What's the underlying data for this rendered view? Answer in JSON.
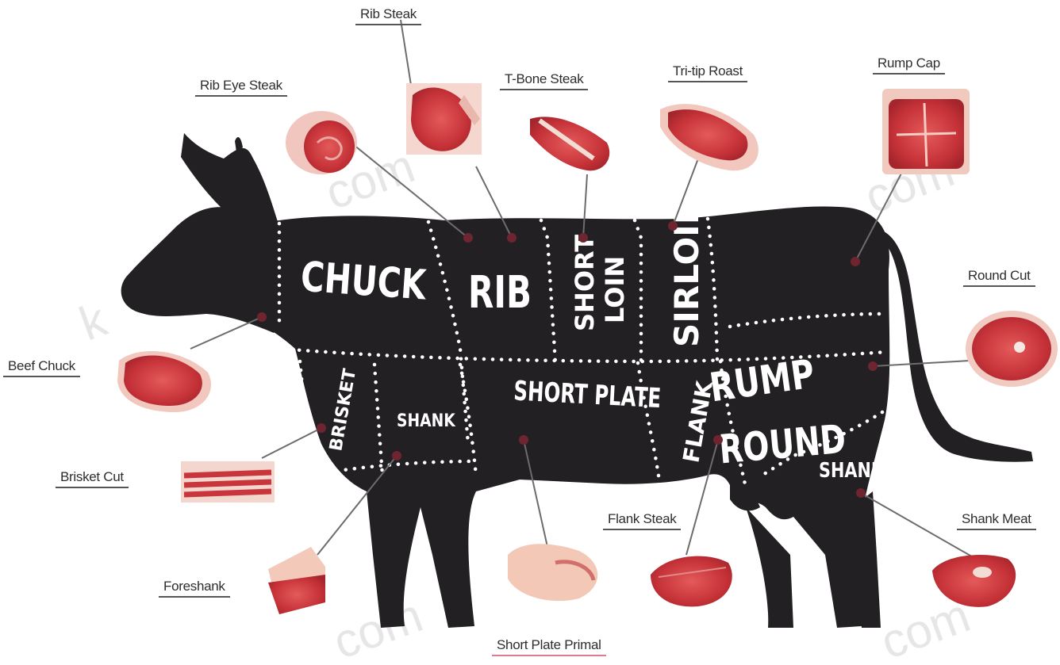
{
  "title": "",
  "sections": [
    {
      "id": "chuck",
      "label": "CHUCK"
    },
    {
      "id": "rib",
      "label": "RIB"
    },
    {
      "id": "short-loin",
      "label_line1": "SHORT",
      "label_line2": "LOIN"
    },
    {
      "id": "sirloin",
      "label": "SIRLOIN"
    },
    {
      "id": "rump",
      "label": "RUMP"
    },
    {
      "id": "round",
      "label": "ROUND"
    },
    {
      "id": "brisket",
      "label": "BRISKET"
    },
    {
      "id": "shank-front",
      "label": "SHANK"
    },
    {
      "id": "short-plate",
      "label": "SHORT PLATE"
    },
    {
      "id": "flank",
      "label": "FLANK"
    },
    {
      "id": "shank-rear",
      "label": "SHANK"
    }
  ],
  "cuts": {
    "rib_steak": "Rib Steak",
    "rib_eye_steak": "Rib Eye Steak",
    "t_bone_steak": "T-Bone Steak",
    "tri_tip_roast": "Tri-tip Roast",
    "rump_cap": "Rump Cap",
    "round_cut": "Round Cut",
    "beef_chuck": "Beef Chuck",
    "brisket_cut": "Brisket Cut",
    "foreshank": "Foreshank",
    "short_plate_primal": "Short Plate Primal",
    "flank_steak": "Flank Steak",
    "shank_meat": "Shank Meat"
  },
  "watermark": "kadsflos.com",
  "colors": {
    "cow": "#222022",
    "meat": "#c9363c",
    "fat": "#f6d7cf",
    "dots": "#ffffff",
    "leader": "#666666"
  }
}
